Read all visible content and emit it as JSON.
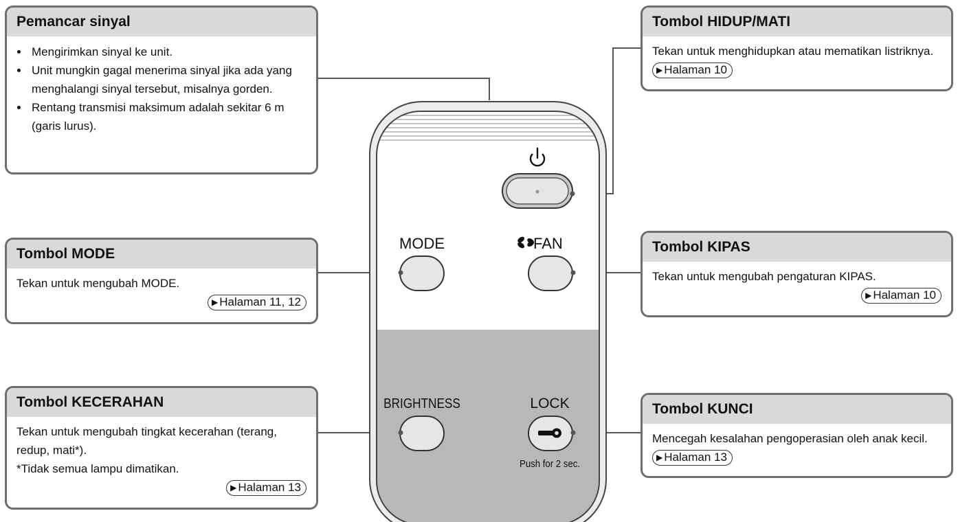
{
  "callouts": {
    "signal": {
      "title": "Pemancar sinyal",
      "bullets": [
        "Mengirimkan sinyal ke unit.",
        "Unit mungkin gagal menerima sinyal jika ada yang menghalangi sinyal tersebut, misalnya gorden.",
        "Rentang transmisi maksimum adalah sekitar 6 m (garis lurus)."
      ]
    },
    "power": {
      "title": "Tombol HIDUP/MATI",
      "text": "Tekan untuk menghidupkan atau mematikan listriknya.",
      "ref": "Halaman 10"
    },
    "mode": {
      "title": "Tombol MODE",
      "text": "Tekan untuk mengubah MODE.",
      "ref": "Halaman 11, 12"
    },
    "fan": {
      "title": "Tombol KIPAS",
      "text": "Tekan untuk mengubah pengaturan KIPAS.",
      "ref": "Halaman 10"
    },
    "brightness": {
      "title": "Tombol KECERAHAN",
      "text": "Tekan untuk mengubah tingkat kecerahan (terang, redup, mati*).",
      "note": "*Tidak semua lampu dimatikan.",
      "ref": "Halaman 13"
    },
    "lock": {
      "title": "Tombol KUNCI",
      "text": "Mencegah kesalahan pengoperasian oleh anak kecil.",
      "ref": "Halaman 13"
    }
  },
  "remote": {
    "mode_label": "MODE",
    "fan_label": "FAN",
    "brightness_label": "BRIGHTNESS",
    "lock_label": "LOCK",
    "lock_hint": "Push for 2 sec."
  },
  "colors": {
    "frame": "#6e6e6e",
    "header": "#d9d9d9",
    "remote_lower": "#b8b8b8",
    "button": "#e6e6e6"
  }
}
